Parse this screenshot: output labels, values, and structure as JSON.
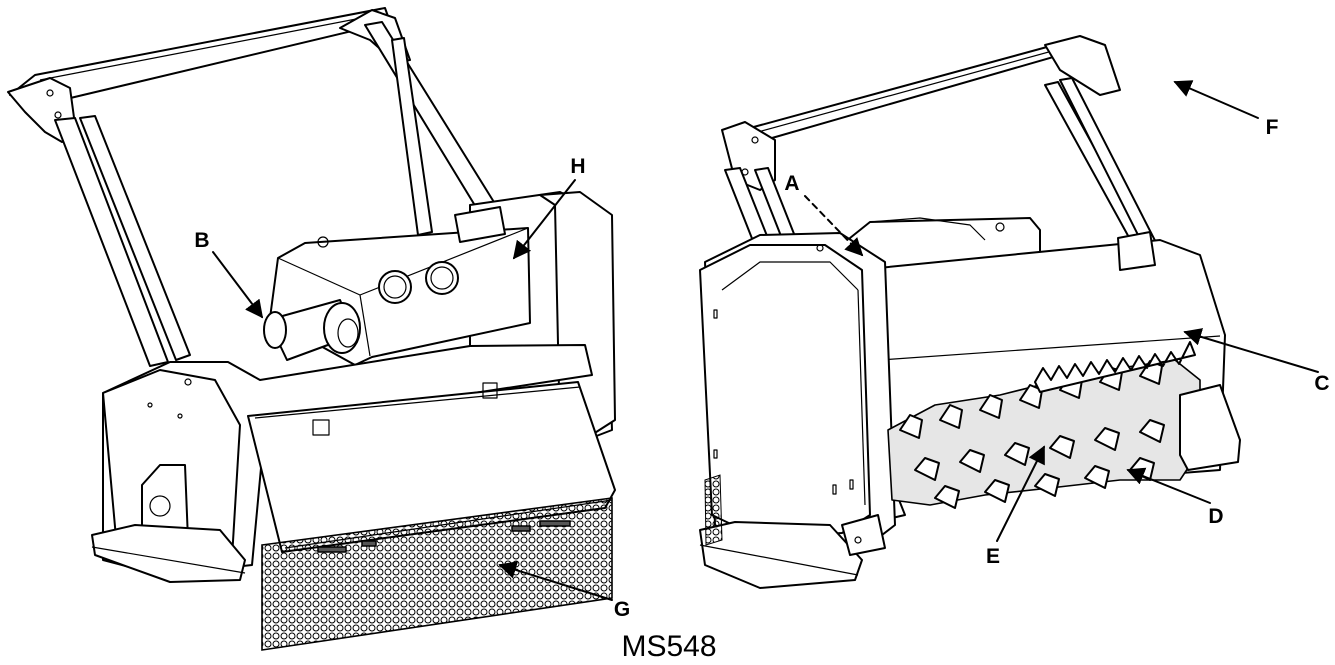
{
  "callouts": {
    "A": "A",
    "B": "B",
    "C": "C",
    "D": "D",
    "E": "E",
    "F": "F",
    "G": "G",
    "H": "H"
  },
  "figure_id": "MS548"
}
